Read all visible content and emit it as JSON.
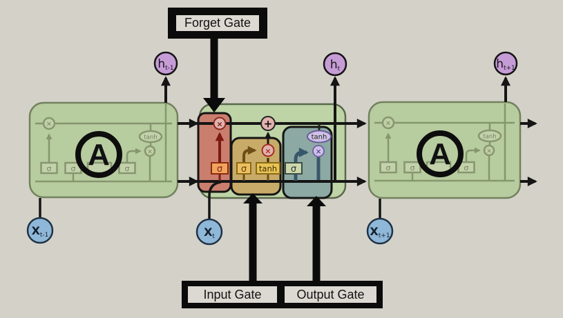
{
  "labels": {
    "forget_gate": "Forget Gate",
    "input_gate": "Input Gate",
    "output_gate": "Output Gate"
  },
  "nodes": {
    "h_prev": {
      "base": "h",
      "sub": "t-1"
    },
    "h_current": {
      "base": "h",
      "sub": "t"
    },
    "h_next": {
      "base": "h",
      "sub": "t+1"
    },
    "x_prev": {
      "base": "X",
      "sub": "t-1"
    },
    "x_current": {
      "base": "X",
      "sub": "t"
    },
    "x_next": {
      "base": "X",
      "sub": "t+1"
    },
    "cell_prev": "A",
    "cell_next": "A"
  },
  "gates": {
    "sigma": "σ",
    "tanh": "tanh"
  },
  "ops": {
    "multiply": "×",
    "add": "+"
  },
  "colors": {
    "background": "#d4d1c9",
    "cell_fill": "#b7cc9f",
    "center_cell_fill": "#bed4a6",
    "cell_border": "#6f7f5c",
    "forget_gate_fill": "#ca7e6d",
    "forget_accent": "#7c1a12",
    "sigma_forget_fill": "#f0a45c",
    "input_gate_fill": "#c8ab68",
    "input_accent": "#6f4d15",
    "sigma_input_fill": "#edbf5e",
    "tanh_input_fill": "#e9c353",
    "output_gate_fill": "#8ca9a4",
    "output_accent": "#39576b",
    "sigma_output_fill": "#ccd7ad",
    "tanh_ellipse_fill": "#cfc2e7",
    "op_fill": "#e2b2ae",
    "hidden_node_fill": "#c69cd6",
    "input_node_fill": "#8fb7d7",
    "label_box_bg": "#dcd9d2",
    "arrow_black": "#0b0b0b"
  }
}
